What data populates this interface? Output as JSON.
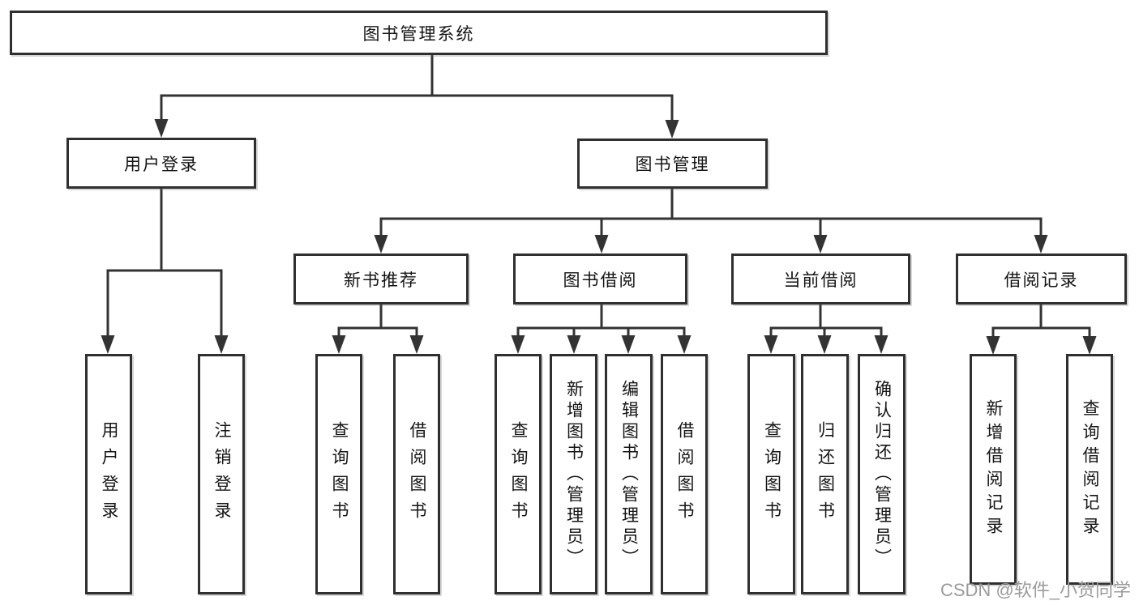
{
  "tree": {
    "label": "图书管理系统",
    "children": [
      {
        "label": "用户登录",
        "children": [
          {
            "label": "用户登录"
          },
          {
            "label": "注销登录"
          }
        ]
      },
      {
        "label": "图书管理",
        "children": [
          {
            "label": "新书推荐",
            "children": [
              {
                "label": "查询图书"
              },
              {
                "label": "借阅图书"
              }
            ]
          },
          {
            "label": "图书借阅",
            "children": [
              {
                "label": "查询图书"
              },
              {
                "label": "新增图书（管理员）"
              },
              {
                "label": "编辑图书（管理员）"
              },
              {
                "label": "借阅图书"
              }
            ]
          },
          {
            "label": "当前借阅",
            "children": [
              {
                "label": "查询图书"
              },
              {
                "label": "归还图书"
              },
              {
                "label": "确认归还（管理员）"
              }
            ]
          },
          {
            "label": "借阅记录",
            "children": [
              {
                "label": "新增借阅记录"
              },
              {
                "label": "查询借阅记录"
              }
            ]
          }
        ]
      }
    ]
  },
  "watermark": {
    "text": "CSDN @软件_小贺同学"
  },
  "colors": {
    "line": "#333333",
    "box_border": "#2f2f2f",
    "text": "#141414",
    "watermark": "#9b9b9b",
    "background": "#ffffff"
  }
}
